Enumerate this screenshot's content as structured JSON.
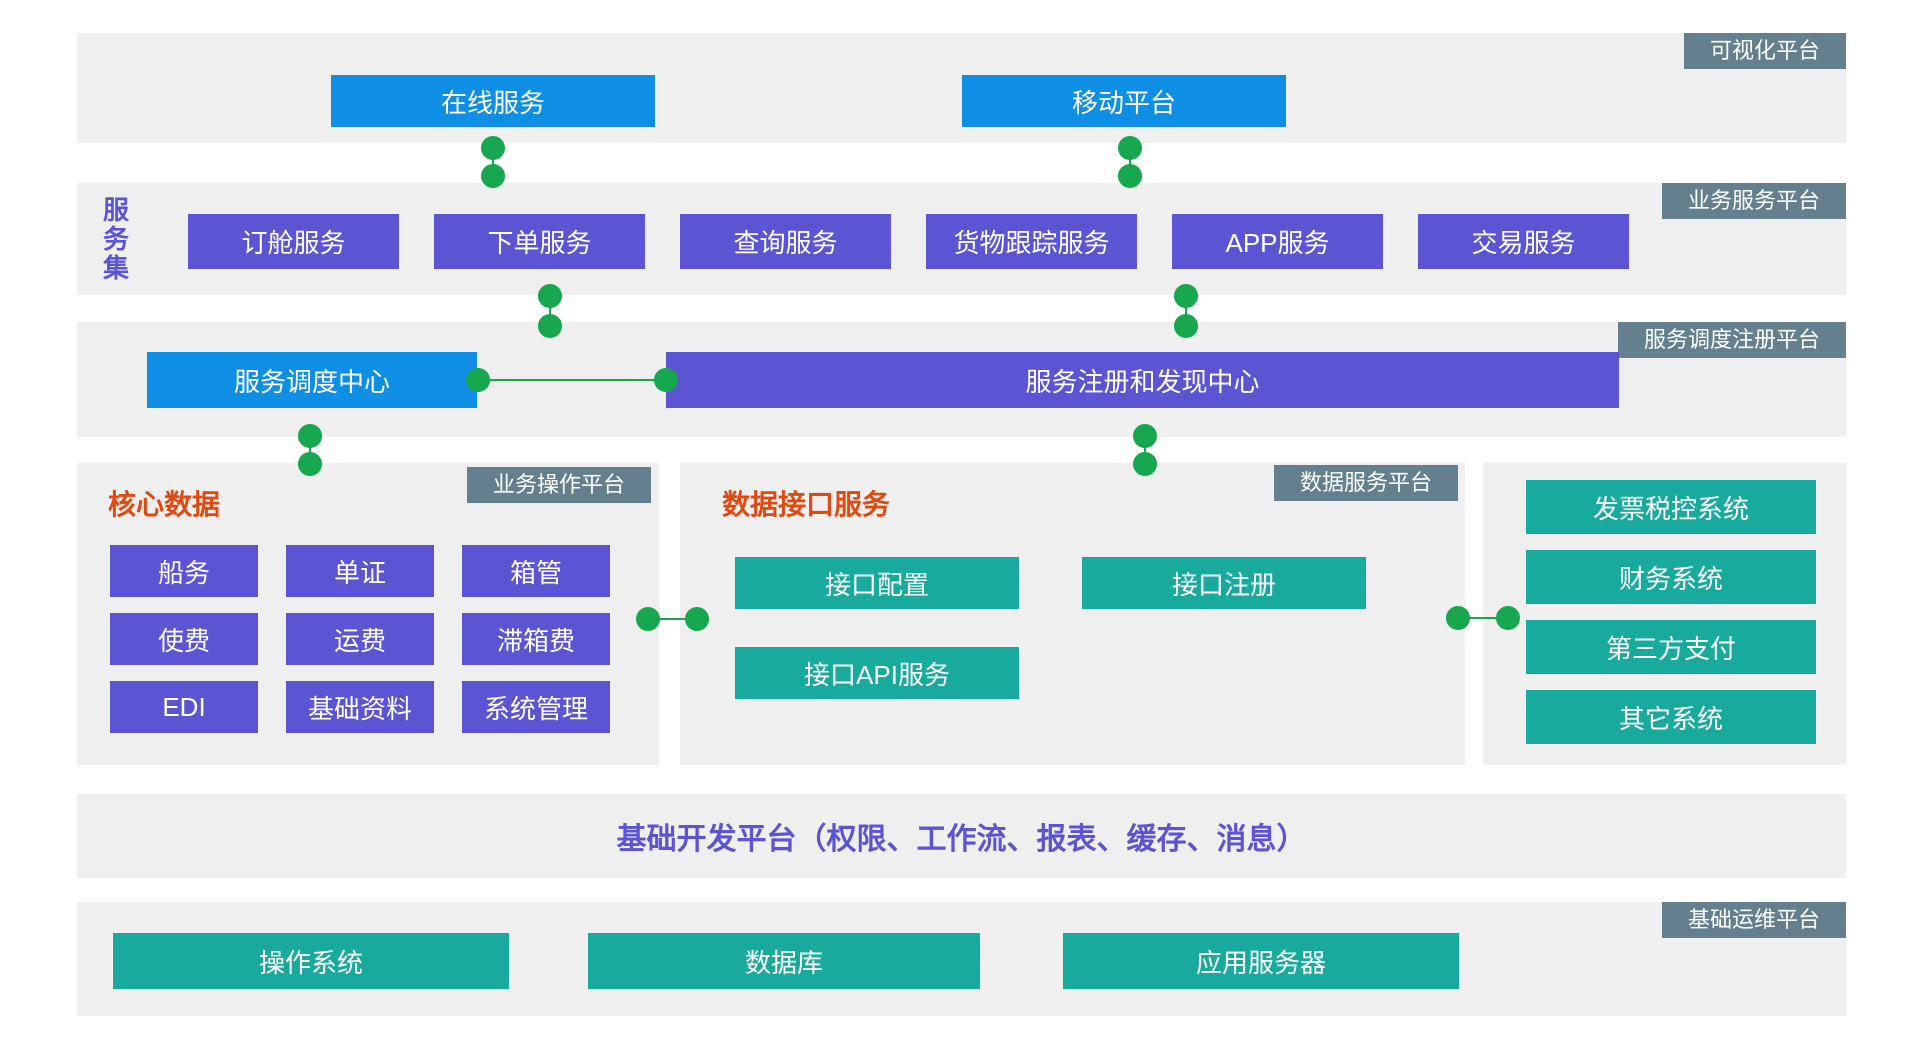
{
  "colors": {
    "band_background": "#efeff0",
    "blue_node": "#0e8ee4",
    "purple_node": "#5b55d4",
    "teal_node": "#19aa9e",
    "tag_background": "#64808f",
    "connector_green": "#17a74e",
    "heading_orange": "#e1490f"
  },
  "diagram": {
    "visualization": {
      "tag": "可视化平台",
      "nodes": [
        "在线服务",
        "移动平台"
      ]
    },
    "business_service": {
      "tag": "业务服务平台",
      "group_label": "服务集",
      "nodes": [
        "订舱服务",
        "下单服务",
        "查询服务",
        "货物跟踪服务",
        "APP服务",
        "交易服务"
      ]
    },
    "dispatch_registry": {
      "tag": "服务调度注册平台",
      "nodes": [
        "服务调度中心",
        "服务注册和发现中心"
      ]
    },
    "business_operation": {
      "tag": "业务操作平台",
      "heading": "核心数据",
      "nodes": [
        "船务",
        "单证",
        "箱管",
        "使费",
        "运费",
        "滞箱费",
        "EDI",
        "基础资料",
        "系统管理"
      ]
    },
    "data_service": {
      "tag": "数据服务平台",
      "heading": "数据接口服务",
      "nodes": [
        "接口配置",
        "接口注册",
        "接口API服务"
      ]
    },
    "external_systems": {
      "nodes": [
        "发票税控系统",
        "财务系统",
        "第三方支付",
        "其它系统"
      ]
    },
    "dev_platform": {
      "title": "基础开发平台（权限、工作流、报表、缓存、消息）"
    },
    "ops_platform": {
      "tag": "基础运维平台",
      "nodes": [
        "操作系统",
        "数据库",
        "应用服务器"
      ]
    }
  }
}
